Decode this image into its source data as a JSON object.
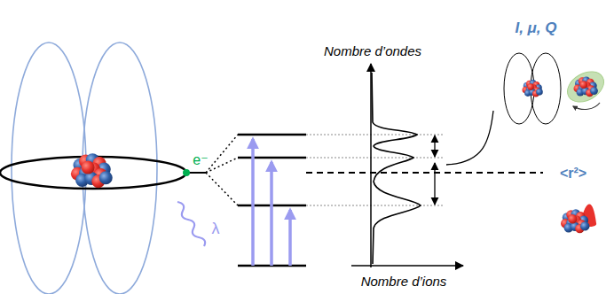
{
  "diagram": {
    "labels": [
      "I, μ, Q",
      "Nombre d’ondes",
      "e⁻",
      "<r²>",
      "λ",
      "Nombre d’ions"
    ]
  }
}
